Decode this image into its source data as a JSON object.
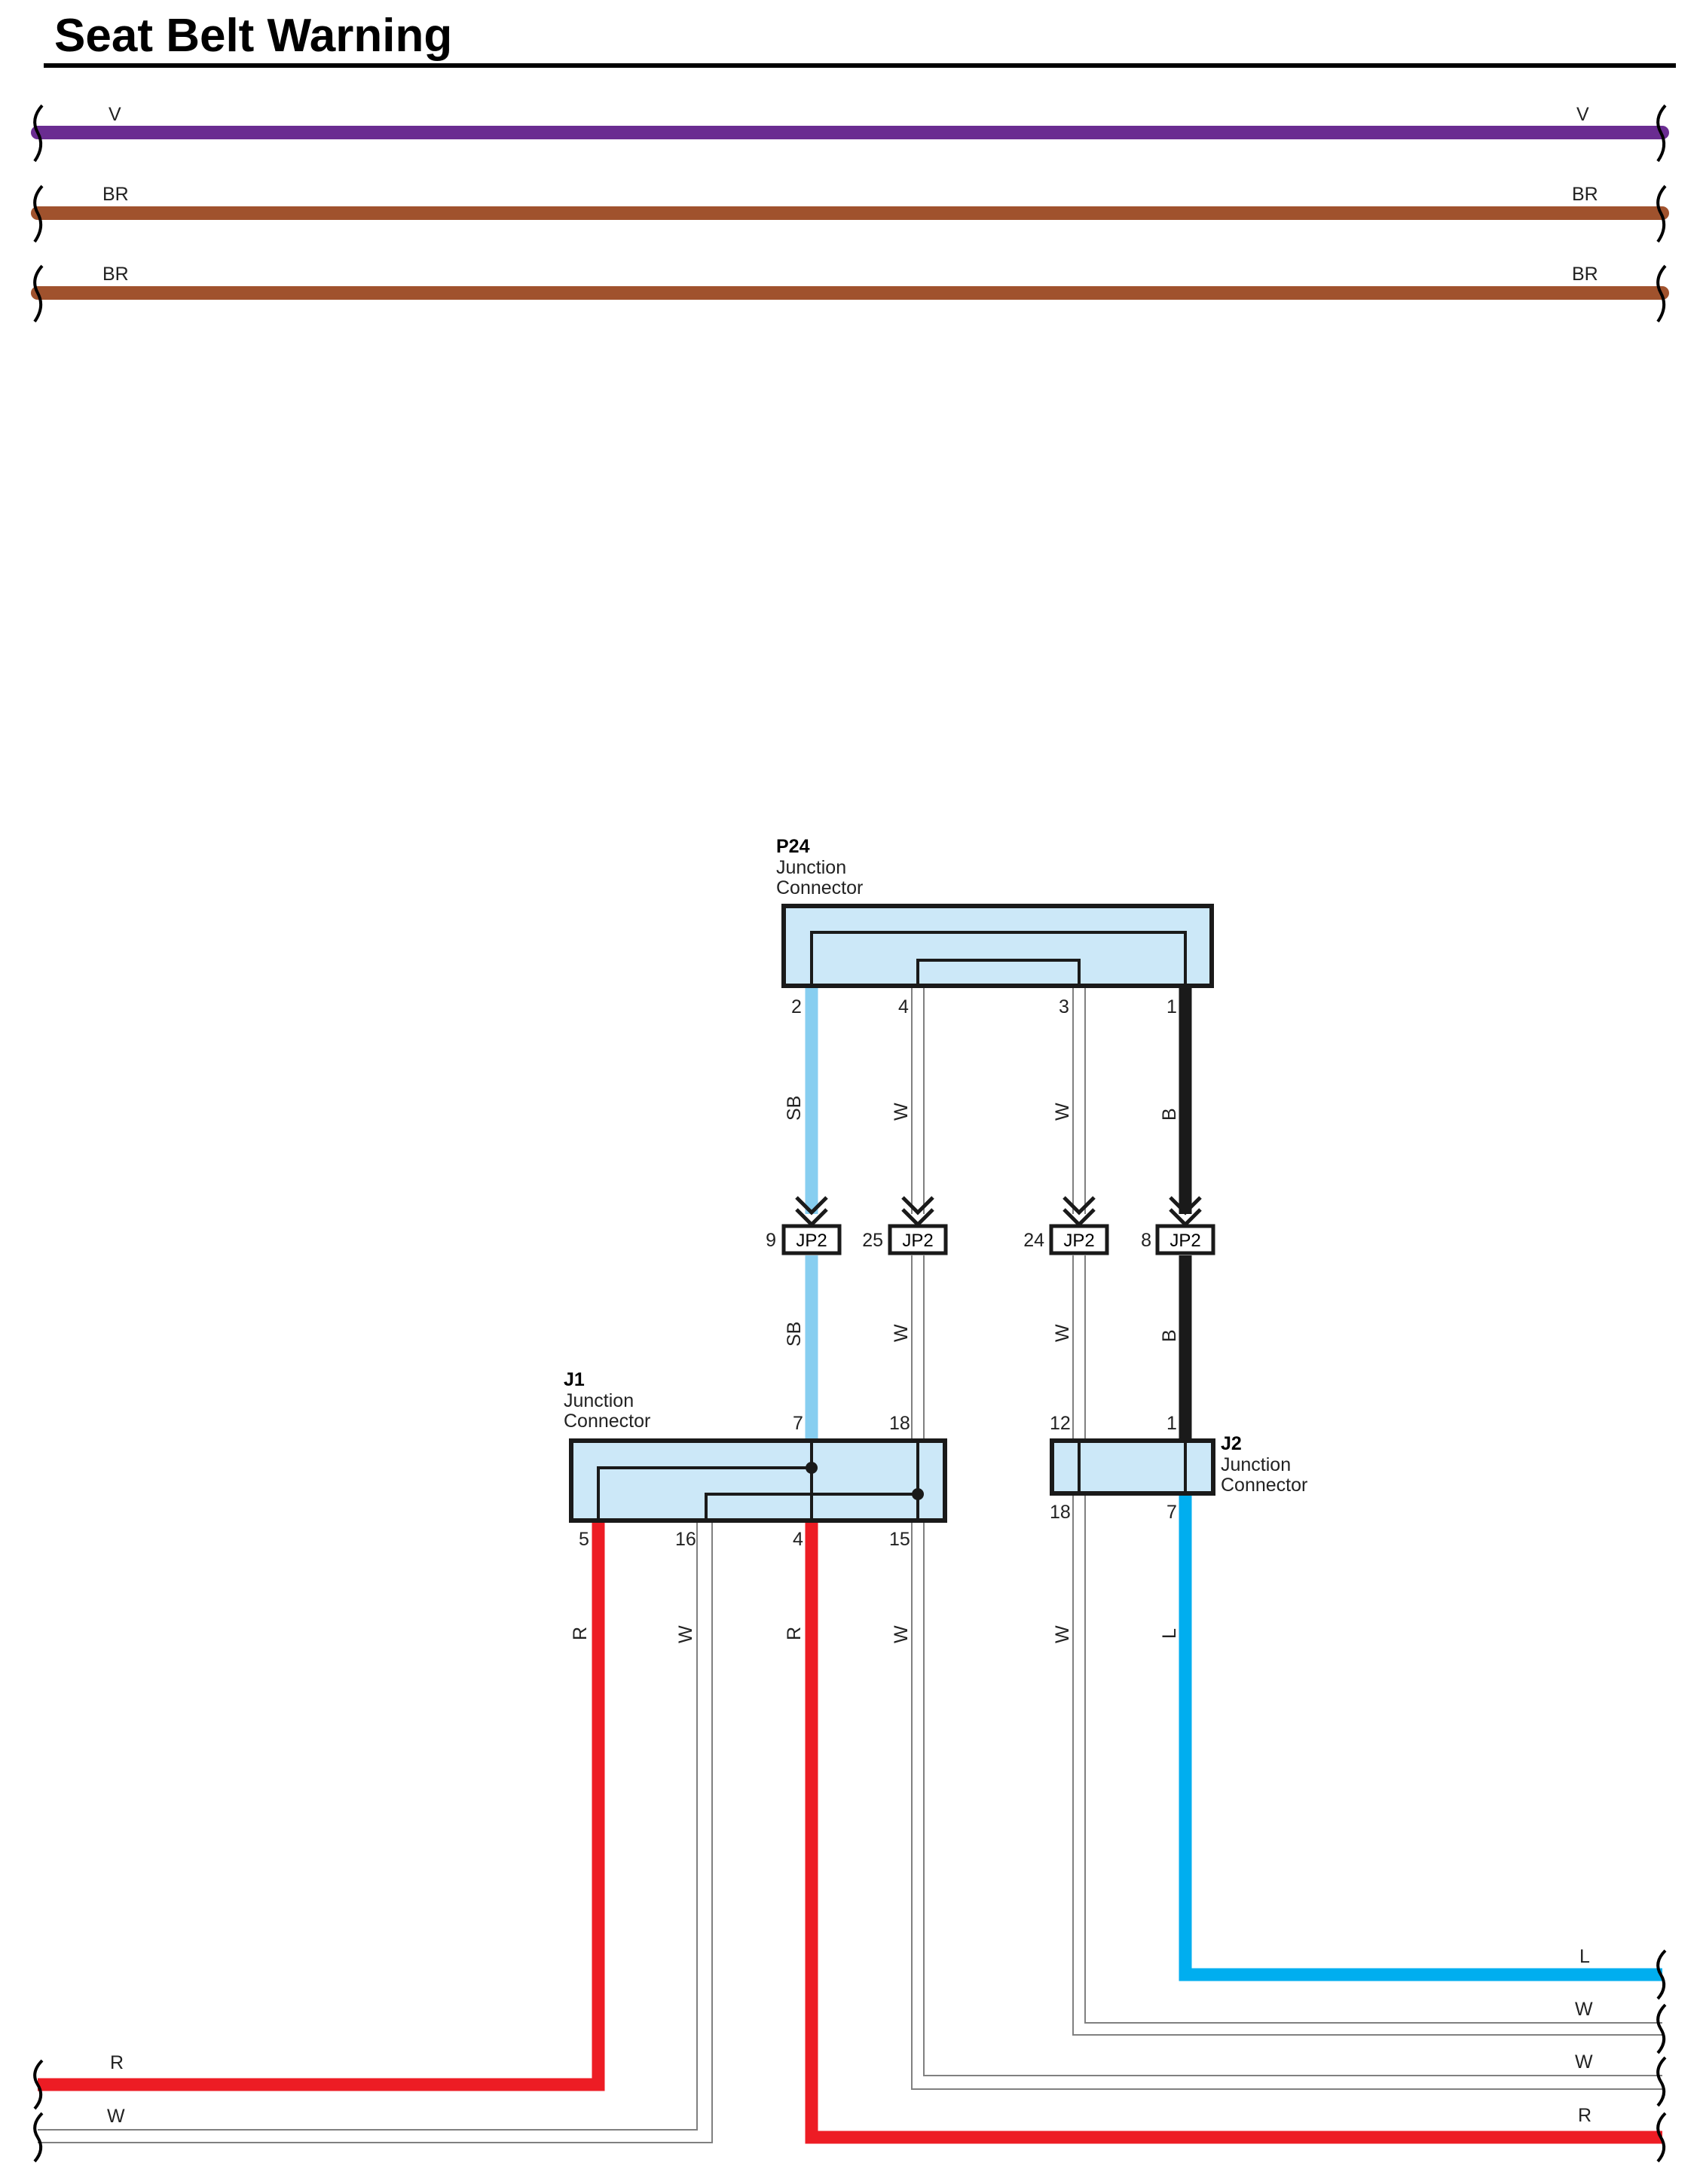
{
  "title": "Seat Belt Warning",
  "colors": {
    "V": "#6a2c91",
    "BR": "#a0522d",
    "R": "#ed1c24",
    "W": "#ffffff",
    "SB": "#87cef0",
    "B": "#1a1a1a",
    "L": "#00aeef",
    "connector_fill": "#cce8f8"
  },
  "top_wires": [
    {
      "color_code": "V",
      "label_left": "V",
      "label_right": "V"
    },
    {
      "color_code": "BR",
      "label_left": "BR",
      "label_right": "BR"
    },
    {
      "color_code": "BR",
      "label_left": "BR",
      "label_right": "BR"
    }
  ],
  "connectors": {
    "p24": {
      "id": "P24",
      "name_line1": "Junction",
      "name_line2": "Connector",
      "pins": [
        "2",
        "4",
        "3",
        "1"
      ]
    },
    "j1": {
      "id": "J1",
      "name_line1": "Junction",
      "name_line2": "Connector",
      "top_pins": [
        "7",
        "18"
      ],
      "bottom_pins": [
        "5",
        "16",
        "4",
        "15"
      ]
    },
    "j2": {
      "id": "J2",
      "name_line1": "Junction",
      "name_line2": "Connector",
      "top_pins": [
        "12",
        "1"
      ],
      "bottom_pins": [
        "18",
        "7"
      ]
    }
  },
  "jp2_connectors": [
    {
      "pin": "9",
      "label": "JP2"
    },
    {
      "pin": "25",
      "label": "JP2"
    },
    {
      "pin": "24",
      "label": "JP2"
    },
    {
      "pin": "8",
      "label": "JP2"
    }
  ],
  "wire_labels": {
    "p24_to_jp": [
      "SB",
      "W",
      "W",
      "B"
    ],
    "jp_to_junction": [
      "SB",
      "W",
      "W",
      "B"
    ],
    "below_j1": [
      "R",
      "W",
      "R",
      "W"
    ],
    "below_j2": [
      "W",
      "L"
    ]
  },
  "right_exit_labels": [
    "L",
    "W",
    "W",
    "R"
  ],
  "left_exit_labels": [
    "R",
    "W"
  ]
}
